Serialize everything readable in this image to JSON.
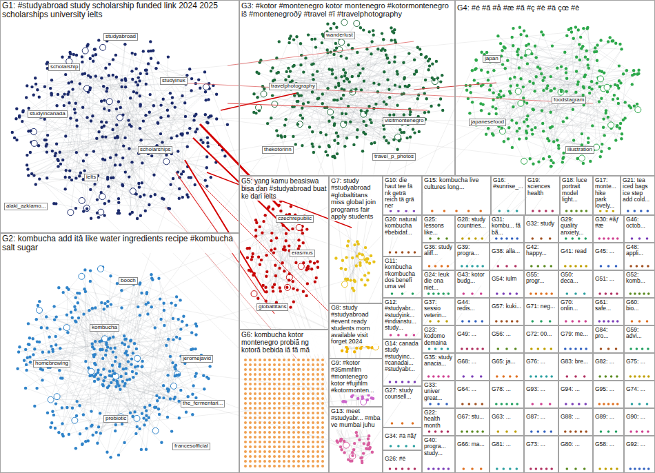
{
  "diagram": {
    "nodes": [
      {
        "text": [
          "G1: #studyabroad study scholarship funded link 2024 2025 scholarships university ielts"
        ]
      },
      {
        "text": [
          "G3: #kotor #montenegro kotor montenegro #kotormontenegro iš #montenegroðÿ #travel #ï #travelphotography"
        ]
      },
      {
        "text": [
          "G4: #é #ã #å #æ #ã #ç #è #ä çœ #è"
        ]
      },
      {
        "text": [
          "G2: kombucha add itâ like water ingredients recipe #kombucha salt sugar"
        ]
      },
      {
        "text": [
          "G5: yang kamu beasiswa bisa dan #studyabroad buat ke dari ielts"
        ]
      },
      {
        "text": [
          "G6: kombucha kotor montenegro probiã ng kotorã bebida iã fã mã"
        ]
      },
      {
        "text": [
          "G7: study #studyabroad #globaltitans miss global join programs fair apply students"
        ]
      },
      {
        "text": [
          "G8: study #studyabroad #event ready students mom available visit forget 2024"
        ]
      },
      {
        "text": [
          "G9: #kotor #35mmfilm #montenegro kotor #fujifilm #kotormonten..."
        ]
      },
      {
        "text": [
          "G13: meet #studyabr... #mba ve mumbai juhu"
        ]
      },
      {
        "text": [
          "G10: die haut tee fä nk geträ reich tä grä ner"
        ]
      },
      {
        "text": [
          "G15: kombucha live cultures long..."
        ]
      },
      {
        "text": [
          "G16: #sunrise_..."
        ]
      },
      {
        "text": [
          "G19: sciences health"
        ]
      },
      {
        "text": [
          "G18: luce portrait model light..."
        ]
      },
      {
        "text": [
          "G17: monte... hike park lovely..."
        ]
      },
      {
        "text": [
          "G21: tea iced bags ice step add cold..."
        ]
      },
      {
        "text": [
          "G20: natural kombucha #bebidaf..."
        ]
      },
      {
        "text": [
          "G11: kombucha #kombucha dos benefí uma vel"
        ]
      },
      {
        "text": [
          "G12: #studyabr... #studyink... #indianstu... study..."
        ]
      },
      {
        "text": [
          "G14: canada study #studyinc... #canadai... #studyabr..."
        ]
      },
      {
        "text": [
          "G27: study counsell..."
        ]
      },
      {
        "text": [
          "G34: #ä #ãƒ"
        ]
      },
      {
        "text": [
          "G26: #ë"
        ]
      },
      {
        "text": [
          "G25: lessons like..."
        ]
      },
      {
        "text": [
          "G28: study countries..."
        ]
      },
      {
        "text": [
          "G31: kombu... fã bã..."
        ]
      },
      {
        "text": [
          "G32: study"
        ]
      },
      {
        "text": [
          "G29: quality anxiety..."
        ]
      },
      {
        "text": [
          "G30: #ãƒ #æ"
        ]
      },
      {
        "text": [
          "G46: octob..."
        ]
      },
      {
        "text": [
          "G36: study aliff..."
        ]
      },
      {
        "text": [
          "G39: progra..."
        ]
      },
      {
        "text": [
          "G38: alla..."
        ]
      },
      {
        "text": [
          "G42: happy..."
        ]
      },
      {
        "text": [
          "G41: read"
        ]
      },
      {
        "text": [
          "G45: ..."
        ]
      },
      {
        "text": [
          "G48: appli..."
        ]
      },
      {
        "text": [
          "G24: leuk die ona niet..."
        ]
      },
      {
        "text": [
          "G43: kotor budg..."
        ]
      },
      {
        "text": [
          "G54: iulm"
        ]
      },
      {
        "text": [
          "G55: progr..."
        ]
      },
      {
        "text": [
          "G50: deca..."
        ]
      },
      {
        "text": [
          "G51: ..."
        ]
      },
      {
        "text": [
          "G52: komb..."
        ]
      },
      {
        "text": [
          "G37: sessio veterin..."
        ]
      },
      {
        "text": [
          "G44: redis..."
        ]
      },
      {
        "text": [
          "G57: kuki..."
        ]
      },
      {
        "text": [
          "G71: neg..."
        ]
      },
      {
        "text": [
          "G70: onlin..."
        ]
      },
      {
        "text": [
          "G61: safe..."
        ]
      },
      {
        "text": [
          "G60: bio..."
        ]
      },
      {
        "text": [
          "G23: kodomo demaina"
        ]
      },
      {
        "text": [
          "G49: ..."
        ]
      },
      {
        "text": [
          "G56: ..."
        ]
      },
      {
        "text": [
          "G72: 00..."
        ]
      },
      {
        "text": [
          "G79: me..."
        ]
      },
      {
        "text": [
          "G84: pro..."
        ]
      },
      {
        "text": [
          "G59: advi..."
        ]
      },
      {
        "text": [
          "G35: study anacia..."
        ]
      },
      {
        "text": [
          "G68: ..."
        ]
      },
      {
        "text": [
          "G65: ja..."
        ]
      },
      {
        "text": [
          "G76: ..."
        ]
      },
      {
        "text": [
          "G83: bre..."
        ]
      },
      {
        "text": [
          "G82: ..."
        ]
      },
      {
        "text": [
          "G75: ..."
        ]
      },
      {
        "text": [
          "G33: univer great..."
        ]
      },
      {
        "text": [
          "G64: ..."
        ]
      },
      {
        "text": [
          "G78: ..."
        ]
      },
      {
        "text": [
          "G93: ..."
        ]
      },
      {
        "text": [
          "G94: ..."
        ]
      },
      {
        "text": [
          "G95: ..."
        ]
      },
      {
        "text": [
          "G74: ..."
        ]
      },
      {
        "text": [
          "G22: health month"
        ]
      },
      {
        "text": [
          "G67: stu..."
        ]
      },
      {
        "text": [
          "G63: ..."
        ]
      },
      {
        "text": [
          "G87: ..."
        ]
      },
      {
        "text": [
          "G88: ..."
        ]
      },
      {
        "text": [
          "G89: ..."
        ]
      },
      {
        "text": [
          "G90: ..."
        ]
      },
      {
        "text": [
          "G40: progra... study..."
        ]
      },
      {
        "text": [
          "G66: ma..."
        ]
      },
      {
        "text": [
          "G81: ..."
        ]
      },
      {
        "text": [
          "G73: ..."
        ]
      },
      {
        "text": [
          "G80: ..."
        ]
      },
      {
        "text": [
          "G58: ..."
        ]
      },
      {
        "text": [
          "G92: ..."
        ]
      }
    ],
    "labels": [
      "studyabroad",
      "scholarship",
      "studyinuk",
      "studyincanada",
      "scholarships",
      "ielts",
      "alaki_azkiamo...",
      "kombucha",
      "booch",
      "homebrewing",
      "jeromejavid",
      "probiotic",
      "the_fermentari...",
      "francesofficial",
      "wanderlust",
      "travelphotography",
      "visitmontenegro",
      "thekotorinn",
      "travel_p_photos",
      "japan",
      "foodstagram",
      "japanesefood",
      "illustration",
      "czechrepublic",
      "erasmus",
      "globaltitans"
    ]
  }
}
